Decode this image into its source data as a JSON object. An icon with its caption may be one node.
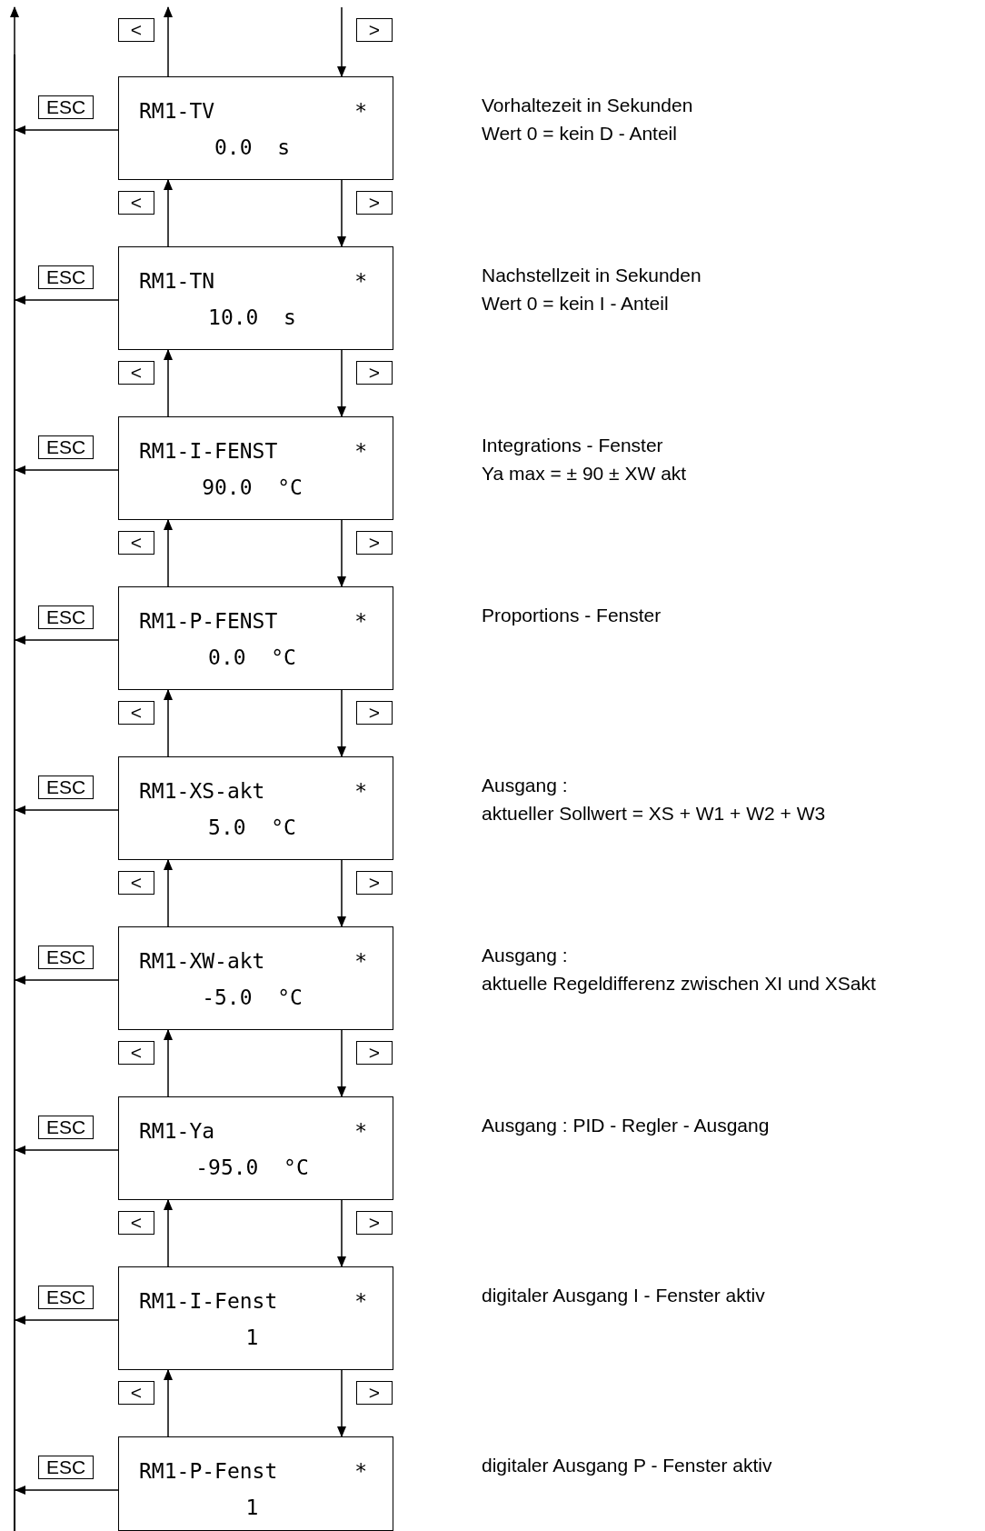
{
  "diagram": {
    "nodes": [
      {
        "text": [
          "RM1-TV",
          "*",
          "0.0 s"
        ]
      },
      {
        "text": [
          "RM1-TN",
          "*",
          "10.0 s"
        ]
      },
      {
        "text": [
          "RM1-I-FENST",
          "*",
          "90.0 °C"
        ]
      },
      {
        "text": [
          "RM1-P-FENST",
          "*",
          "0.0 °C"
        ]
      },
      {
        "text": [
          "RM1-XS-akt",
          "*",
          "5.0 °C"
        ]
      },
      {
        "text": [
          "RM1-XW-akt",
          "*",
          "-5.0 °C"
        ]
      },
      {
        "text": [
          "RM1-Ya",
          "*",
          "-95.0 °C"
        ]
      },
      {
        "text": [
          "RM1-I-Fenst",
          "*",
          "1"
        ]
      },
      {
        "text": [
          "RM1-P-Fenst",
          "*",
          "1"
        ]
      },
      {
        "text": [],
        "shape": "bar"
      }
    ],
    "edges": [
      {
        "from": 0,
        "to": null,
        "arrow": "to",
        "label": "<"
      },
      {
        "from": null,
        "to": 0,
        "arrow": "to",
        "label": ">"
      },
      {
        "from": 0,
        "to": 9,
        "arrow": "to",
        "label": "ESC"
      },
      {
        "from": 1,
        "to": 0,
        "arrow": "to",
        "label": "<"
      },
      {
        "from": 0,
        "to": 1,
        "arrow": "to",
        "label": ">"
      },
      {
        "from": 1,
        "to": 9,
        "arrow": "to",
        "label": "ESC"
      },
      {
        "from": 2,
        "to": 1,
        "arrow": "to",
        "label": "<"
      },
      {
        "from": 1,
        "to": 2,
        "arrow": "to",
        "label": ">"
      },
      {
        "from": 2,
        "to": 9,
        "arrow": "to",
        "label": "ESC"
      },
      {
        "from": 3,
        "to": 2,
        "arrow": "to",
        "label": "<"
      },
      {
        "from": 2,
        "to": 3,
        "arrow": "to",
        "label": ">"
      },
      {
        "from": 3,
        "to": 9,
        "arrow": "to",
        "label": "ESC"
      },
      {
        "from": 4,
        "to": 3,
        "arrow": "to",
        "label": "<"
      },
      {
        "from": 3,
        "to": 4,
        "arrow": "to",
        "label": ">"
      },
      {
        "from": 4,
        "to": 9,
        "arrow": "to",
        "label": "ESC"
      },
      {
        "from": 5,
        "to": 4,
        "arrow": "to",
        "label": "<"
      },
      {
        "from": 4,
        "to": 5,
        "arrow": "to",
        "label": ">"
      },
      {
        "from": 5,
        "to": 9,
        "arrow": "to",
        "label": "ESC"
      },
      {
        "from": 6,
        "to": 5,
        "arrow": "to",
        "label": "<"
      },
      {
        "from": 5,
        "to": 6,
        "arrow": "to",
        "label": ">"
      },
      {
        "from": 6,
        "to": 9,
        "arrow": "to",
        "label": "ESC"
      },
      {
        "from": 7,
        "to": 6,
        "arrow": "to",
        "label": "<"
      },
      {
        "from": 6,
        "to": 7,
        "arrow": "to",
        "label": ">"
      },
      {
        "from": 7,
        "to": 9,
        "arrow": "to",
        "label": "ESC"
      },
      {
        "from": 8,
        "to": 7,
        "arrow": "to",
        "label": "<"
      },
      {
        "from": 7,
        "to": 8,
        "arrow": "to",
        "label": ">"
      },
      {
        "from": 8,
        "to": 9,
        "arrow": "to",
        "label": "ESC"
      },
      {
        "from": 9,
        "to": null,
        "arrow": "to"
      }
    ],
    "labels": [
      "Vorhaltezeit in Sekunden",
      "Wert 0 = kein D - Anteil",
      "Nachstellzeit in Sekunden",
      "Wert 0 = kein I - Anteil",
      "Integrations - Fenster",
      "Ya max = ± 90 ± XW akt",
      "Proportions - Fenster",
      "Ausgang :",
      "aktueller Sollwert = XS + W1 + W2 + W3",
      "Ausgang :",
      "aktuelle Regeldifferenz zwischen XI und XSakt",
      "Ausgang : PID - Regler - Ausgang",
      "digitaler Ausgang I - Fenster aktiv",
      "digitaler Ausgang P - Fenster aktiv"
    ]
  }
}
